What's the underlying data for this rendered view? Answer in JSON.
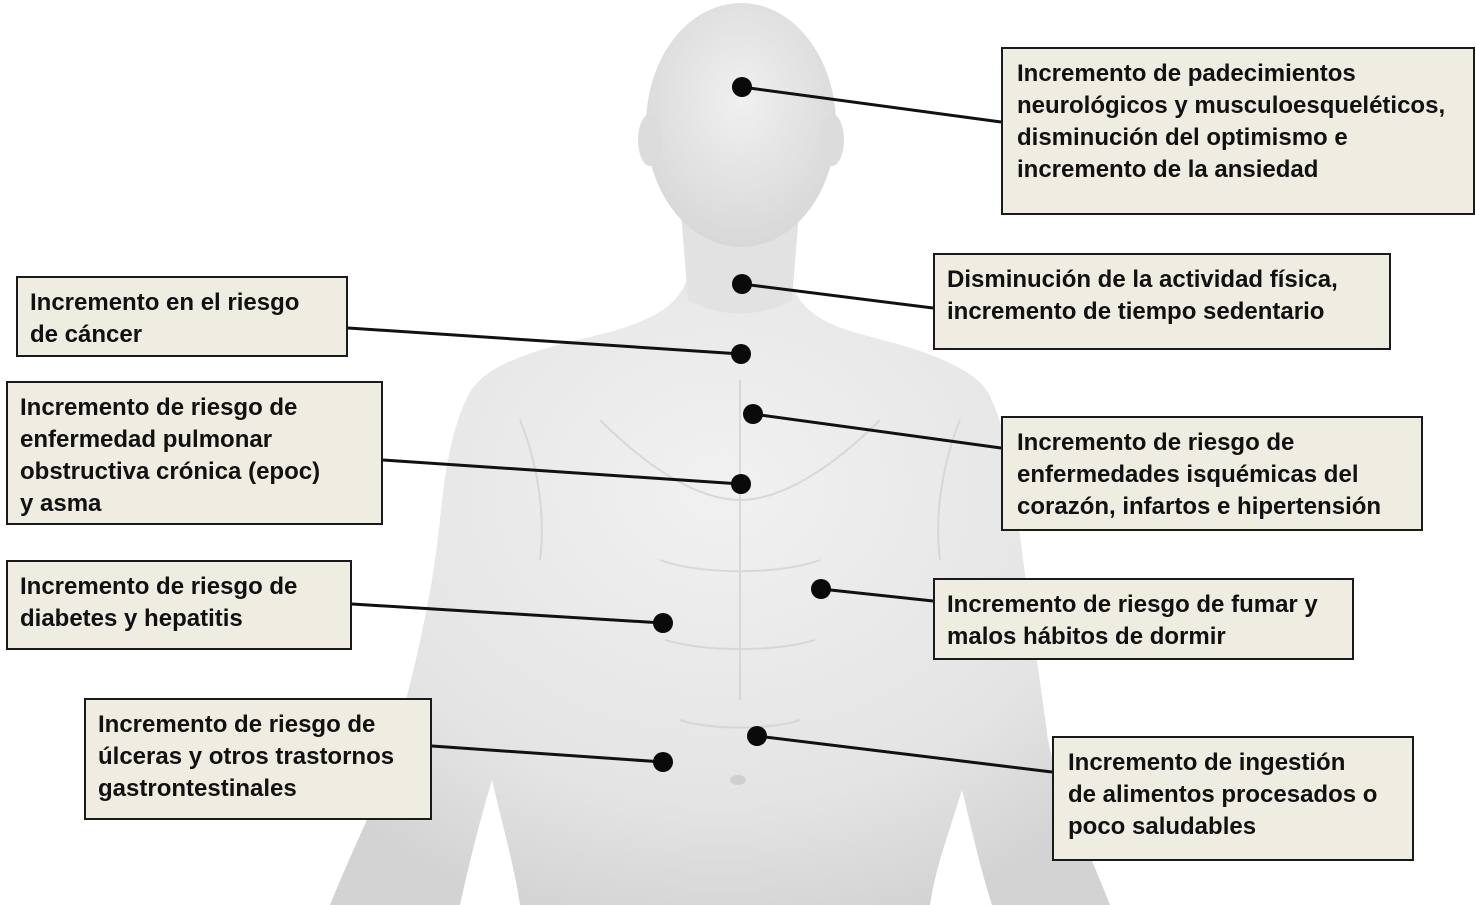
{
  "callouts": {
    "neuro": "Incremento de padecimientos\nneurológicos y musculoesqueléticos,\ndisminución del optimismo e\nincremento de la ansiedad",
    "physical_activity": "Disminución de la actividad física,\nincremento de tiempo sedentario",
    "cancer": "Incremento en el riesgo\nde cáncer",
    "epoc": "Incremento de riesgo de\nenfermedad pulmonar\nobstructiva crónica (epoc)\ny asma",
    "cardio": "Incremento de riesgo de\nenfermedades isquémicas del\ncorazón, infartos e hipertensión",
    "diabetes": "Incremento de riesgo de\ndiabetes y hepatitis",
    "smoking": "Incremento de riesgo de fumar y\nmalos hábitos de dormir",
    "ulcers": "Incremento de riesgo de\núlceras y otros trastornos\ngastrontestinales",
    "food": "Incremento de ingestión\nde alimentos procesados o\npoco saludables"
  },
  "colors": {
    "box_fill": "#efece1",
    "box_border": "#1a1a1a",
    "text": "#111111",
    "dot": "#0a0a0a",
    "body_skin": "#e6e6e6"
  }
}
